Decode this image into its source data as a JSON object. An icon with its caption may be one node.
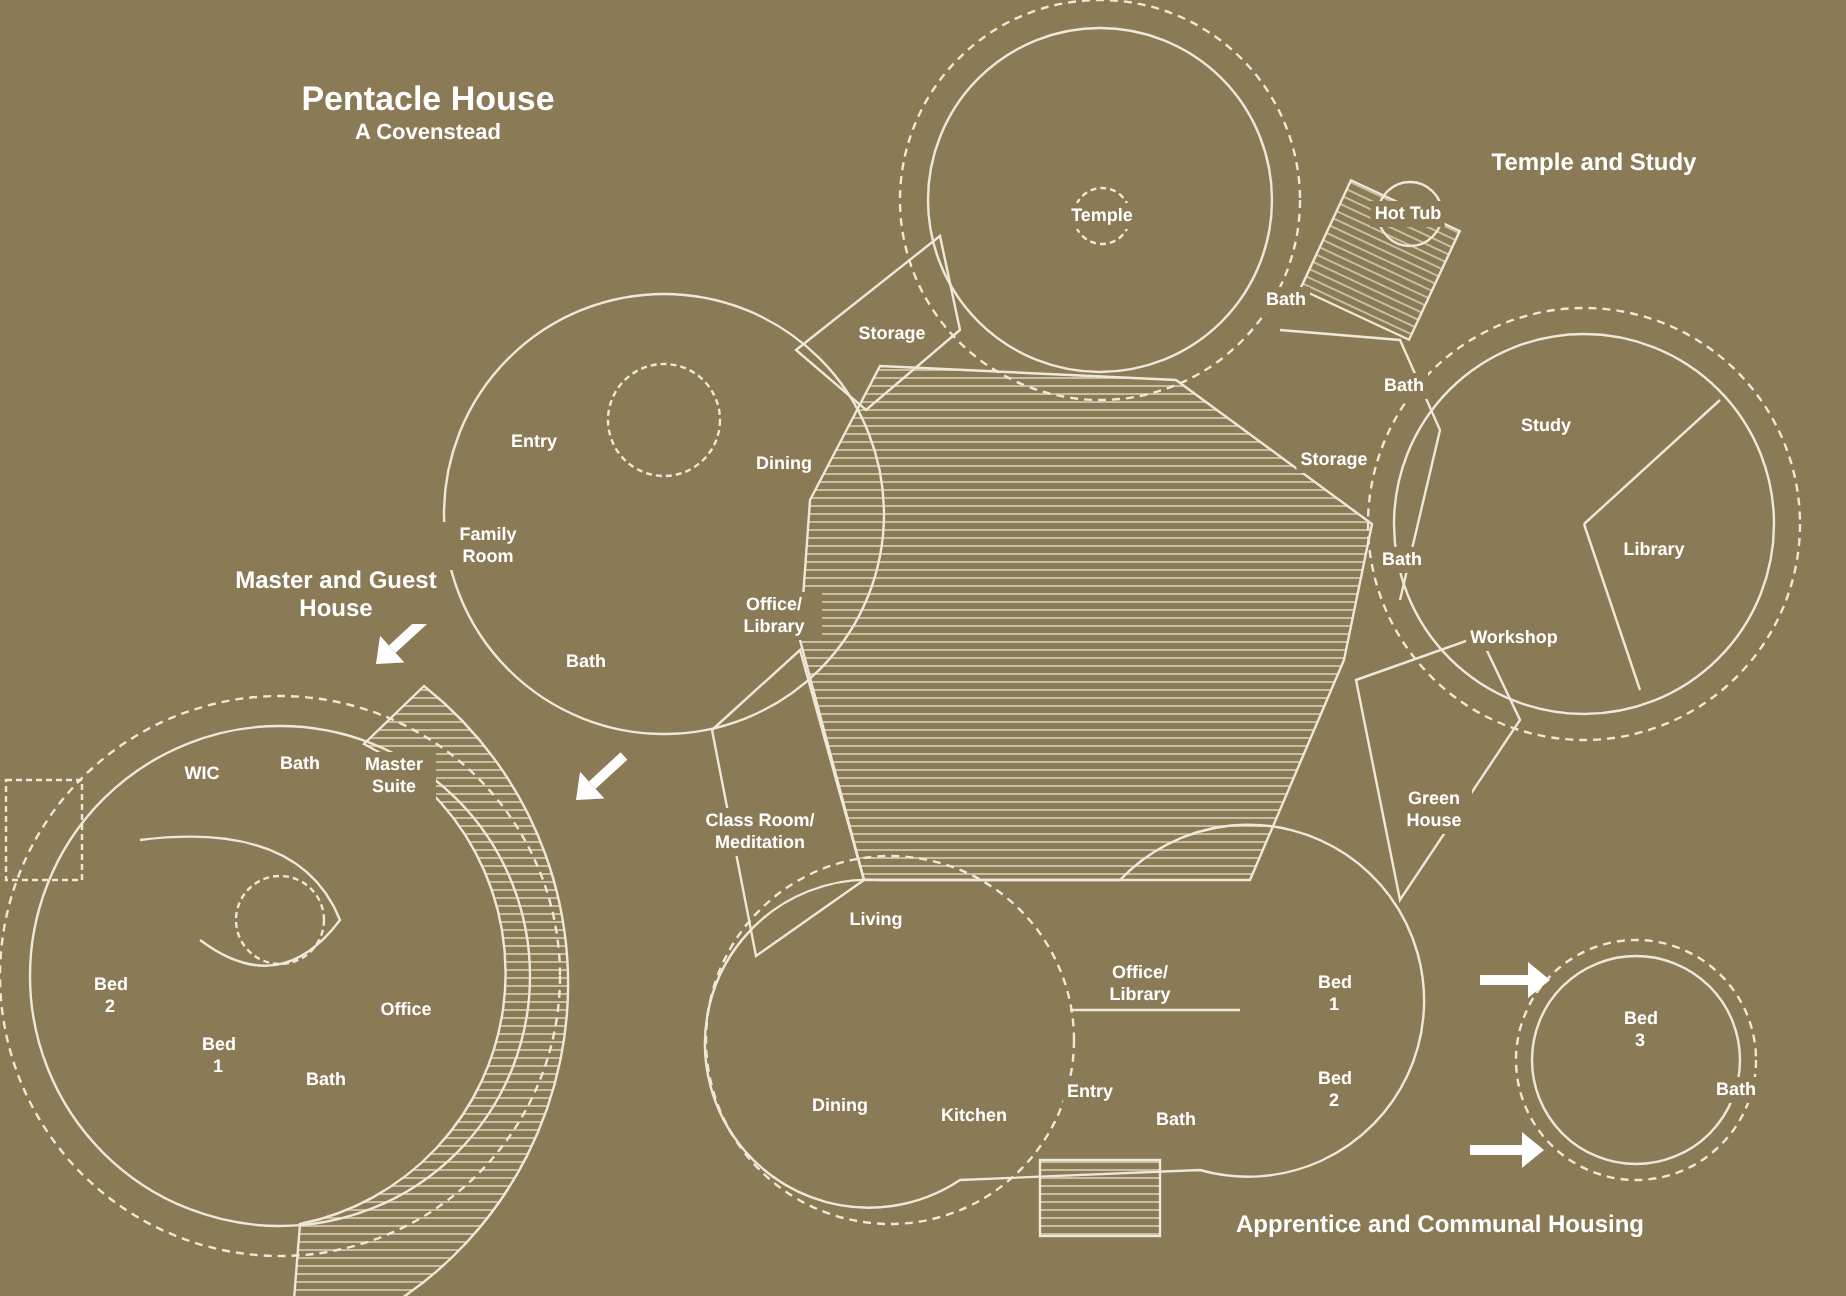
{
  "diagram": {
    "title": "Pentacle House",
    "labels": [
      "A Covenstead",
      "Temple and Study",
      "Temple",
      "Hot Tub",
      "Bath",
      "Storage",
      "Bath",
      "Entry",
      "Study",
      "Dining",
      "Storage",
      "Family Room",
      "Library",
      "Master and Guest House",
      "Office/ Library",
      "Bath",
      "Bath",
      "Workshop",
      "WIC",
      "Bath",
      "Master Suite",
      "Class Room/ Meditation",
      "Green House",
      "Living",
      "Bed 2",
      "Office",
      "Office/ Library",
      "Bed 1",
      "Bed 3",
      "Bed 1",
      "Bath",
      "Dining",
      "Kitchen",
      "Entry",
      "Bath",
      "Bed 2",
      "Bath",
      "Apprentice and Communal Housing"
    ]
  }
}
